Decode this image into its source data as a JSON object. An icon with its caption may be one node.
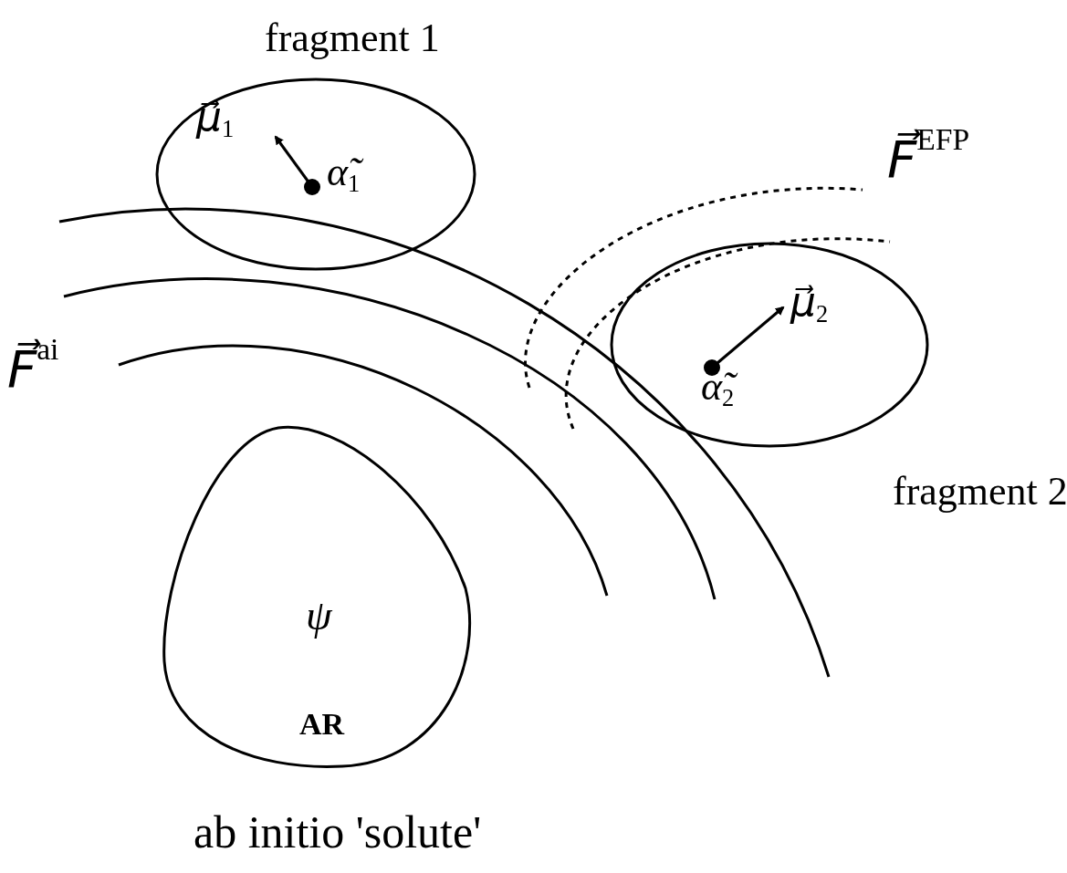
{
  "diagram": {
    "nodes": [
      {
        "text": [
          "fragment 1",
          "*μ⃗*$_{1}$",
          "*α̃*$_{1}$"
        ]
      },
      {
        "text": [
          "*μ⃗*$_{2}$",
          "*α̃*$_{2}$",
          "fragment 2"
        ]
      },
      {
        "text": [
          "*ψ*",
          "**AR**"
        ],
        "beside": [
          "ab initio 'solute'"
        ]
      }
    ],
    "labels": [
      "*F⃗*$^{EFP}$",
      "*F⃗*$^{ai}$"
    ]
  }
}
